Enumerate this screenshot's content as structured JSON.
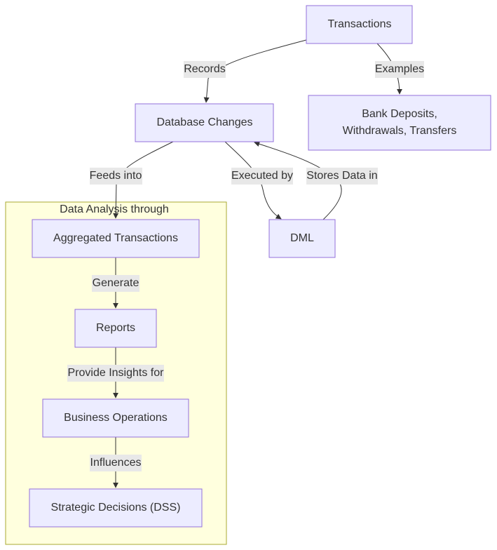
{
  "cluster": {
    "title": "Data Analysis through"
  },
  "nodes": {
    "transactions": "Transactions",
    "database_changes": "Database Changes",
    "examples_target_line1": "Bank Deposits,",
    "examples_target_line2": "Withdrawals, Transfers",
    "dml": "DML",
    "aggregated": "Aggregated Transactions",
    "reports": "Reports",
    "business_operations": "Business Operations",
    "strategic_decisions": "Strategic Decisions (DSS)"
  },
  "edges": {
    "records": "Records",
    "examples": "Examples",
    "feeds_into": "Feeds into",
    "executed_by": "Executed by",
    "stores_data_in": "Stores Data in",
    "generate": "Generate",
    "provide_insights": "Provide Insights for",
    "influences": "Influences"
  },
  "colors": {
    "node_fill": "#ECECFF",
    "node_stroke": "#9370DB",
    "cluster_fill": "#FFFFDE",
    "cluster_stroke": "#AAAA33",
    "edge_stroke": "#333333",
    "label_bg": "#E8E8E8"
  }
}
